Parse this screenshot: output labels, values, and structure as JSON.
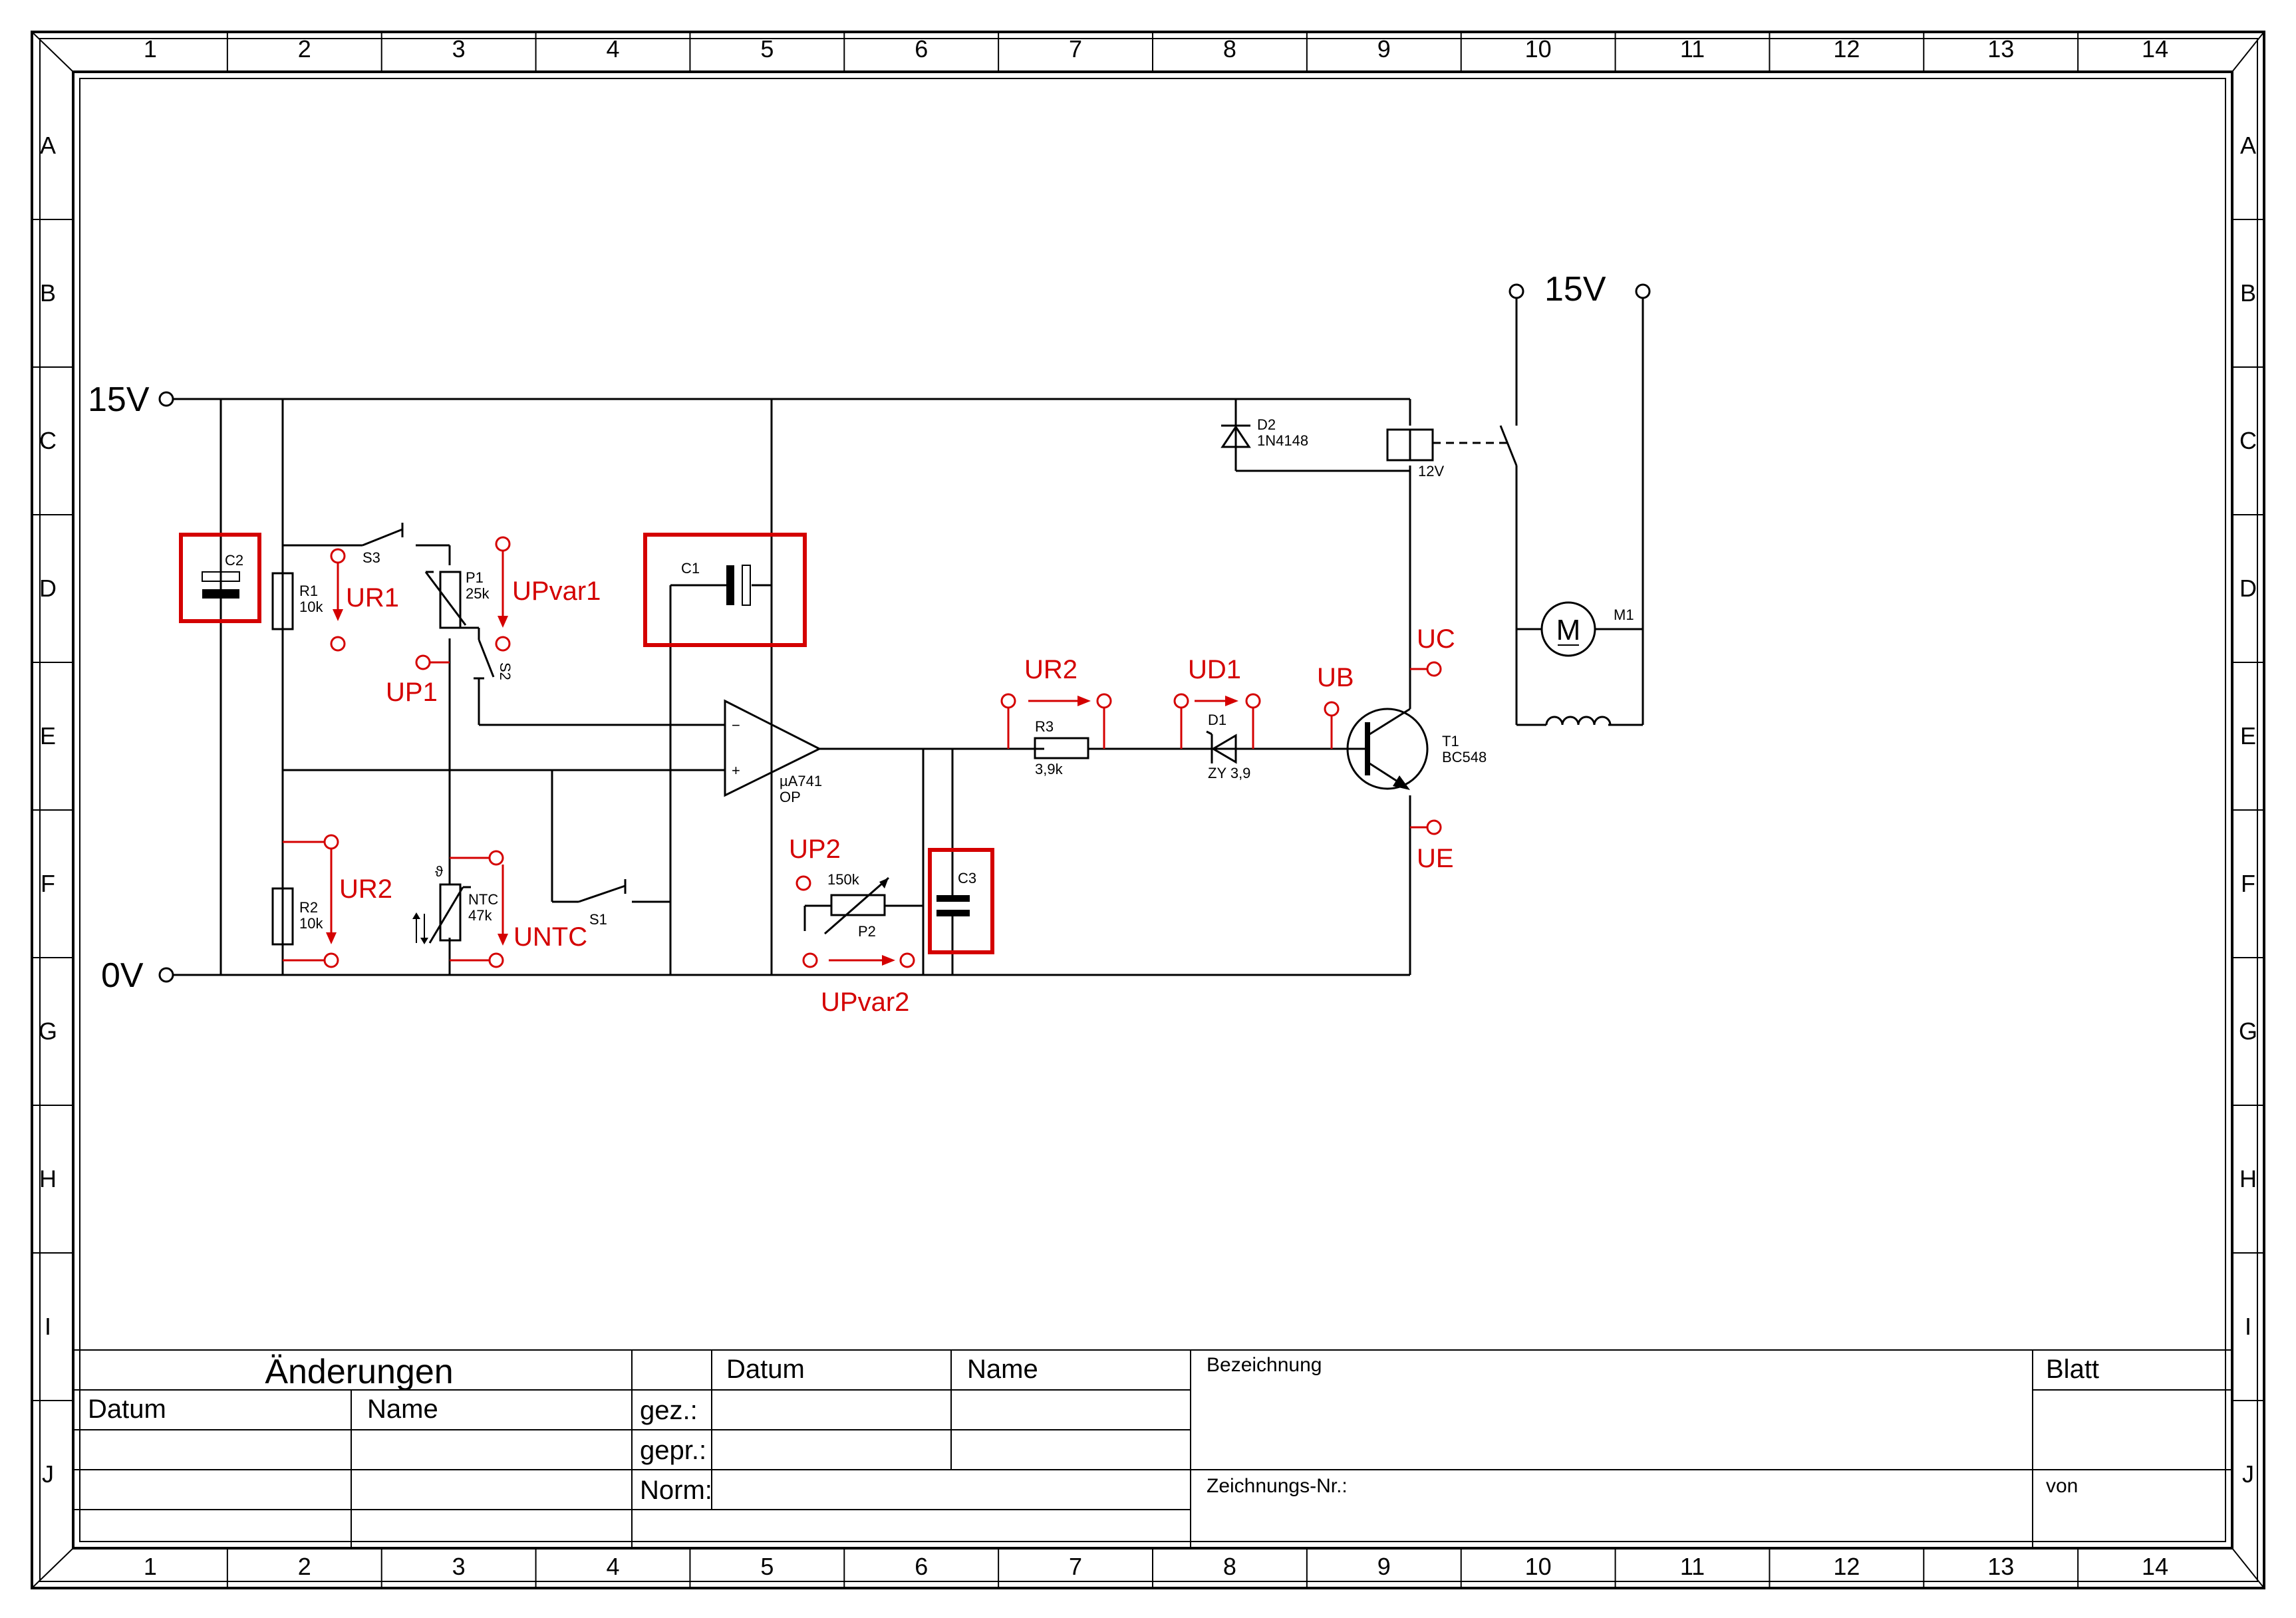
{
  "frame": {
    "columns": [
      "1",
      "2",
      "3",
      "4",
      "5",
      "6",
      "7",
      "8",
      "9",
      "10",
      "11",
      "12",
      "13",
      "14"
    ],
    "rows": [
      "A",
      "B",
      "C",
      "D",
      "E",
      "F",
      "G",
      "H",
      "I",
      "J"
    ]
  },
  "supply": {
    "top_left": "15V",
    "bottom_left": "0V",
    "top_right": "15V"
  },
  "components": {
    "c1": "C1",
    "c2": "C2",
    "c3": "C3",
    "r1": "R1",
    "r1_val": "10k",
    "r2": "R2",
    "r2_val": "10k",
    "r3": "R3",
    "r3_val": "3,9k",
    "p1": "P1",
    "p1_val": "25k",
    "p2": "P2",
    "p2_val": "150k",
    "ntc": "NTC",
    "ntc_val": "47k",
    "s1": "S1",
    "s2": "S2",
    "s3": "S3",
    "opamp": "µA741",
    "opamp_type": "OP",
    "opamp_minus": "−",
    "opamp_plus": "+",
    "d1": "D1",
    "d1_val": "ZY 3,9",
    "d2": "D2",
    "d2_val": "1N4148",
    "t1": "T1",
    "t1_val": "BC548",
    "relay_val": "12V",
    "m1": "M1",
    "motor_symbol": "M"
  },
  "measurements": {
    "ur1": "UR1",
    "upvar1": "UPvar1",
    "up1": "UP1",
    "ur2_left": "UR2",
    "untc": "UNTC",
    "up2": "UP2",
    "upvar2": "UPvar2",
    "ur2_right": "UR2",
    "ud1": "UD1",
    "ub": "UB",
    "uc": "UC",
    "ue": "UE"
  },
  "title_block": {
    "aenderungen": "Änderungen",
    "datum_left": "Datum",
    "name_left": "Name",
    "datum": "Datum",
    "name": "Name",
    "gez": "gez.:",
    "gepr": "gepr.:",
    "norm": "Norm:",
    "bezeichnung": "Bezeichnung",
    "zeichnungs_nr": "Zeichnungs-Nr.:",
    "blatt": "Blatt",
    "von": "von"
  },
  "colors": {
    "ink": "#000000",
    "annotation": "#d40000",
    "paper": "#ffffff"
  }
}
